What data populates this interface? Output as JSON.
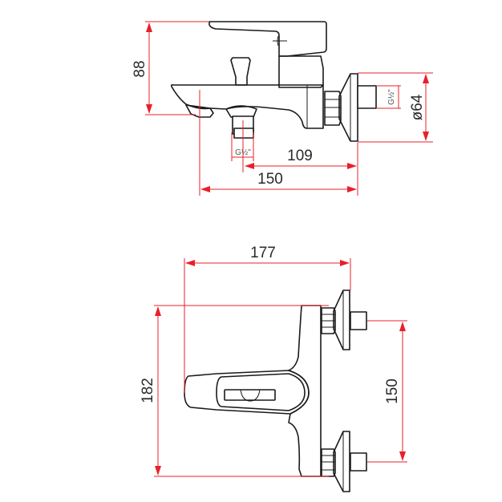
{
  "diagram": {
    "title": "Bath mixer technical drawing",
    "colors": {
      "dimension_line": "#e8202a",
      "outline": "#1a1a1a",
      "text": "#2a2a2a",
      "background": "#ffffff"
    },
    "side_view": {
      "dimensions": {
        "height": "88",
        "wall_to_spout": "150",
        "wall_to_outlet": "109",
        "flange_diameter": "ø64",
        "outlet_thread": "G½\"",
        "inlet_thread": "G½\""
      }
    },
    "top_view": {
      "dimensions": {
        "projection": "177",
        "body_length": "182",
        "inlet_spacing": "150"
      }
    }
  }
}
